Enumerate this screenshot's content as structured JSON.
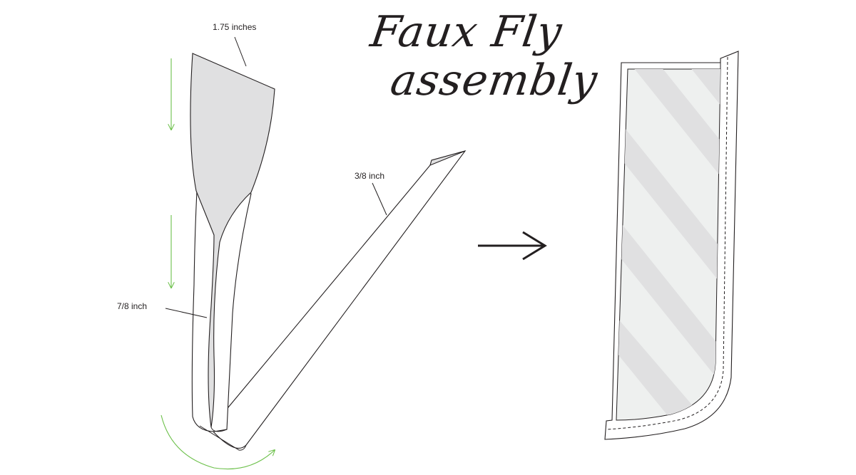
{
  "title": {
    "line1": "Faux Fly",
    "line2": "assembly"
  },
  "labels": {
    "top_width": "1.75 inches",
    "strip_width": "3/8 inch",
    "fold_width": "7/8 inch"
  },
  "colors": {
    "ink": "#231f20",
    "fabric_fill": "#e0e0e1",
    "arrow_green": "#6cc04a",
    "stripe_light": "#eef0ef"
  },
  "icons": {
    "direction_arrow": "right-arrow-icon",
    "fold_arrows": "down-arrow-icon",
    "rotation_arrow": "curved-arrow-icon"
  }
}
